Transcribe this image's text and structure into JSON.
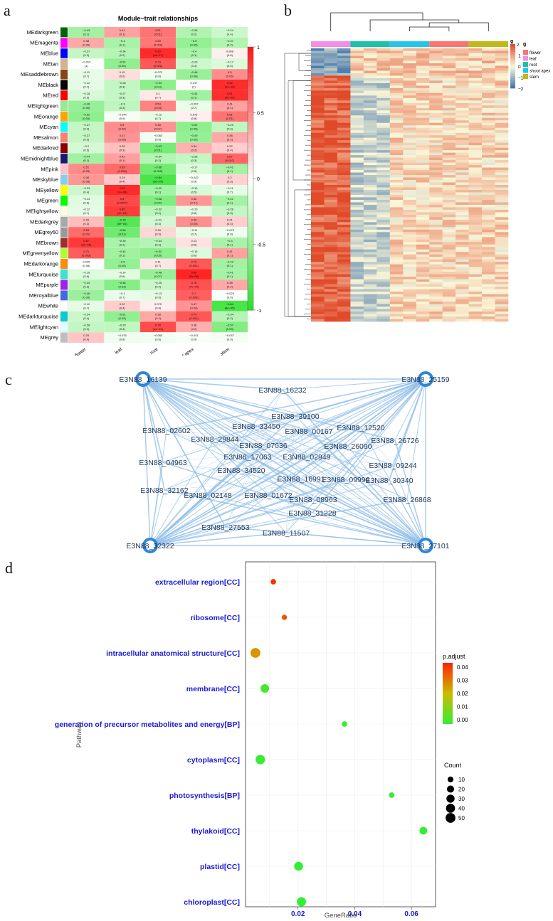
{
  "panel_labels": [
    "a",
    "b",
    "c",
    "d"
  ],
  "colors": {
    "heat_neg": "#26e026",
    "heat_mid": "#ffffff",
    "heat_pos": "#ff1a1a",
    "expr_low": "#3a6fa8",
    "expr_mid": "#fbf7d8",
    "expr_high": "#e04a2a",
    "network_edge": "#8fbde8",
    "network_hub": "#2f86d6",
    "dot_low": "#33ee33",
    "dot_high": "#ff2200",
    "pathway_label": "#1a1ad6"
  },
  "chart_data": [
    {
      "id": "a",
      "type": "heatmap",
      "title": "Module−trait relationships",
      "columns": [
        "flower",
        "leaf",
        "root",
        "shoot apex",
        "stem"
      ],
      "rows": [
        {
          "name": "MEdarkgreen",
          "color": "#006400",
          "r": [
            -0.43,
            0.41,
            0.61,
            -0.36,
            -0.24
          ]
        },
        {
          "name": "MEmagenta",
          "color": "#ff00ff",
          "r": [
            0.38,
            -0.4,
            0.59,
            -0.5,
            -0.37
          ]
        },
        {
          "name": "MEblue",
          "color": "#0000ff",
          "r": [
            -0.27,
            -0.34,
            0.93,
            -0.4,
            0.068
          ]
        },
        {
          "name": "MEtan",
          "color": "#d2b48c",
          "r": [
            -0.013,
            -0.51,
            0.73,
            -0.23,
            -0.17
          ]
        },
        {
          "name": "MEsaddlebrown",
          "color": "#8b4513",
          "r": [
            -0.11,
            0.15,
            -0.072,
            -0.48,
            0.5
          ]
        },
        {
          "name": "MEblack",
          "color": "#000000",
          "r": [
            -0.12,
            -0.28,
            -0.53,
            0.017,
            0.92
          ]
        },
        {
          "name": "MEred",
          "color": "#ff0000",
          "r": [
            -0.18,
            -0.27,
            0.1,
            -0.44,
            0.91
          ]
        },
        {
          "name": "MElightgreen",
          "color": "#90ee90",
          "r": [
            -0.48,
            -0.3,
            0.54,
            -0.097,
            0.41
          ]
        },
        {
          "name": "MEorange",
          "color": "#ffa500",
          "r": [
            -0.52,
            -0.044,
            -0.12,
            0.073,
            0.61
          ]
        },
        {
          "name": "MEcyan",
          "color": "#00ffff",
          "r": [
            -0.27,
            0.5,
            0.48,
            -0.52,
            -0.29
          ]
        },
        {
          "name": "MEsalmon",
          "color": "#fa8072",
          "r": [
            -0.27,
            0.47,
            -0.063,
            -0.49,
            0.38
          ]
        },
        {
          "name": "MEdarkred",
          "color": "#8b0000",
          "r": [
            -0.2,
            0.28,
            -0.63,
            0.34,
            0.22
          ]
        },
        {
          "name": "MEmidnightblue",
          "color": "#191970",
          "r": [
            -0.44,
            0.42,
            -0.34,
            -0.28,
            0.67
          ]
        },
        {
          "name": "MEpink",
          "color": "#ffc0cb",
          "r": [
            0.51,
            0.65,
            -0.66,
            -0.17,
            -0.42
          ]
        },
        {
          "name": "MEskyblue",
          "color": "#87ceeb",
          "r": [
            0.46,
            0.24,
            -0.84,
            -0.042,
            0.2
          ]
        },
        {
          "name": "MEyellow",
          "color": "#ffff00",
          "r": [
            -0.23,
            0.93,
            -0.42,
            -0.19,
            -0.11
          ]
        },
        {
          "name": "MEgreen",
          "color": "#00ff00",
          "r": [
            -0.14,
            0.8,
            -0.58,
            0.46,
            -0.42
          ]
        },
        {
          "name": "MElightyellow",
          "color": "#ffffe0",
          "r": [
            -0.12,
            0.85,
            -0.32,
            -0.13,
            -0.28
          ]
        },
        {
          "name": "MEdarkgrey",
          "color": "#a9a9a9",
          "r": [
            0.29,
            -0.78,
            -0.21,
            0.49,
            0.21
          ]
        },
        {
          "name": "MEgrey60",
          "color": "#999999",
          "r": [
            0.64,
            -0.66,
            0.18,
            -0.11,
            -0.073
          ]
        },
        {
          "name": "MEbrown",
          "color": "#a52a2a",
          "r": [
            0.87,
            -0.39,
            -0.34,
            0.13,
            -0.4
          ]
        },
        {
          "name": "MEgreenyellow",
          "color": "#adff2f",
          "r": [
            0.71,
            -0.44,
            -0.52,
            -0.16,
            0.41
          ]
        },
        {
          "name": "MEdarkorange",
          "color": "#ff8c00",
          "r": [
            0.005,
            -0.5,
            0.11,
            0.73,
            -0.43
          ]
        },
        {
          "name": "MEturquoise",
          "color": "#40e0d0",
          "r": [
            -0.16,
            -0.14,
            -0.48,
            0.95,
            -0.41
          ]
        },
        {
          "name": "MEpurple",
          "color": "#a020f0",
          "r": [
            -0.34,
            -0.56,
            -0.25,
            0.76,
            0.38
          ]
        },
        {
          "name": "MEroyalblue",
          "color": "#4169e1",
          "r": [
            -0.46,
            -0.1,
            -0.13,
            0.7,
            -0.023
          ]
        },
        {
          "name": "MEwhite",
          "color": "#ffffff",
          "r": [
            -0.12,
            0.22,
            0.075,
            0.47,
            -0.84
          ]
        },
        {
          "name": "MEdarkturquoise",
          "color": "#00ced1",
          "r": [
            -0.24,
            -0.51,
            0.38,
            0.74,
            -0.34
          ]
        },
        {
          "name": "MElightcyan",
          "color": "#e0ffff",
          "r": [
            -0.28,
            -0.29,
            0.78,
            0.36,
            -0.57
          ]
        },
        {
          "name": "MEgrey",
          "color": "#bebebe",
          "r": [
            0.25,
            -0.075,
            -0.063,
            -0.041,
            -0.047
          ]
        }
      ],
      "pvals": [
        [
          "(0.1)",
          "(0.1)",
          "(0.01)",
          "(0.2)",
          "(0.4)"
        ],
        [
          "(0.05)",
          "(0.1)",
          "(0.009)",
          "(0.05)",
          "(0.2)"
        ],
        [
          "(0.3)",
          "(0.2)",
          "(3e−07)",
          "(0.1)",
          "(0.8)"
        ],
        [
          "(1)",
          "(0.05)",
          "(0.002)",
          "(0.4)",
          "(0.5)"
        ],
        [
          "(0.7)",
          "(0.6)",
          "(0.8)",
          "(0.08)",
          "(0.06)"
        ],
        [
          "(0.7)",
          "(0.3)",
          "(0.04)",
          "(1)",
          "(1e−06)"
        ],
        [
          "(0.5)",
          "(0.3)",
          "(0.7)",
          "(0.1)",
          "(3e−06)"
        ],
        [
          "(0.06)",
          "(0.3)",
          "(0.04)",
          "(0.7)",
          "(0.1)"
        ],
        [
          "(0.05)",
          "(0.9)",
          "(0.7)",
          "(0.8)",
          "(0.01)"
        ],
        [
          "(0.3)",
          "(0.06)",
          "(0.07)",
          "(0.05)",
          "(0.3)"
        ],
        [
          "(0.3)",
          "(0.08)",
          "(0.8)",
          "(0.06)",
          "(0.2)"
        ],
        [
          "(0.5)",
          "(0.3)",
          "(0.01)",
          "(0.2)",
          "(0.4)"
        ],
        [
          "(0.1)",
          "(0.1)",
          "(0.2)",
          "(0.3)",
          "(0.007)"
        ],
        [
          "(0.05)",
          "(0.008)",
          "(0.005)",
          "(0.5)",
          "(0.1)"
        ],
        [
          "(0.08)",
          "(0.4)",
          "(5e−05)",
          "(0.9)",
          "(0.5)"
        ],
        [
          "(0.4)",
          "(1e−06)",
          "(0.1)",
          "(0.5)",
          "(0.7)"
        ],
        [
          "(0.6)",
          "(0.0007)",
          "(0.02)",
          "(0.07)",
          "(0.1)"
        ],
        [
          "(0.7)",
          "(1e−04)",
          "(0.2)",
          "(0.6)",
          "(0.3)"
        ],
        [
          "(0.3)",
          "(5e−04)",
          "(0.4)",
          "(0.05)",
          "(0.4)"
        ],
        [
          "(0.01)",
          "(0.01)",
          "(0.5)",
          "(0.7)",
          "(0.8)"
        ],
        [
          "(2e−05)",
          "(0.1)",
          "(0.2)",
          "(0.6)",
          "(0.1)"
        ],
        [
          "(0.003)",
          "(0.1)",
          "(0.05)",
          "(0.6)",
          "(0.1)"
        ],
        [
          "(0.98)",
          "(0.06)",
          "(0.7)",
          "(0.001)",
          "(0.1)"
        ],
        [
          "(0.6)",
          "(0.6)",
          "(0.07)",
          "(2e−08)",
          "(0.1)"
        ],
        [
          "(0.2)",
          "(0.03)",
          "(0.4)",
          "(7e−04)",
          "(0.2)"
        ],
        [
          "(0.08)",
          "(0.7)",
          "(0.6)",
          "(0.003)",
          "(0.9)"
        ],
        [
          "(0.7)",
          "(0.4)",
          "(0.8)",
          "(0.08)",
          "(4e−05)"
        ],
        [
          "(0.4)",
          "(0.05)",
          "(0.2)",
          "(0.001)",
          "(0.2)"
        ],
        [
          "(0.3)",
          "(0.3)",
          "(4e−04)",
          "(0.2)",
          "(0.03)"
        ],
        [
          "(0.4)",
          "(0.8)",
          "(0.8)",
          "(0.9)",
          "(0.9)"
        ]
      ],
      "colorbar_ticks": [
        "1",
        "0.5",
        "0",
        "-0.5",
        "-1"
      ],
      "colorbar_range": [
        -1,
        1
      ]
    },
    {
      "id": "b",
      "type": "heatmap",
      "groups": [
        "flower",
        "leaf",
        "root",
        "shoot apex",
        "stem"
      ],
      "group_colors": [
        "#f8766d",
        "#f08ee8",
        "#18c3a8",
        "#23c6e8",
        "#c1b81a"
      ],
      "column_order": [
        "leaf",
        "root",
        "shoot apex",
        "flower",
        "stem"
      ],
      "legend_title": "g",
      "colorbar_ticks": [
        "2",
        "1",
        "0",
        "−1",
        "−2"
      ],
      "colorbar_range": [
        -2,
        2
      ],
      "grid": false
    },
    {
      "id": "c",
      "type": "network",
      "hubs": [
        "E3N88_16139",
        "E3N88_25159",
        "E3N88_32322",
        "E3N88_27101"
      ],
      "nodes": [
        "E3N88_16232",
        "E3N88_39100",
        "E3N88_33450",
        "E3N88_00167",
        "E3N88_12520",
        "E3N88_02602",
        "E3N88_29844",
        "E3N88_07036",
        "E3N88_26090",
        "E3N88_26726",
        "E3N88_17063",
        "E3N88_02949",
        "E3N88_04963",
        "E3N88_34520",
        "E3N88_09244",
        "E3N88_16991",
        "E3N88_09996",
        "E3N88_30340",
        "E3N88_32162",
        "E3N88_02148",
        "E3N88_01672",
        "E3N88_08963",
        "E3N88_26868",
        "E3N88_31228",
        "E3N88_27553",
        "E3N88_11507"
      ]
    },
    {
      "id": "d",
      "type": "scatter",
      "xlabel": "GeneRatio",
      "ylabel": "Pathway",
      "x_ticks": [
        "0.02",
        "0.04",
        "0.06"
      ],
      "xlim": [
        0.0015,
        0.0685
      ],
      "categories": [
        "extracellular region[CC]",
        "ribosome[CC]",
        "intracellular anatomical structure[CC]",
        "membrane[CC]",
        "generation of precursor metabolites and energy[BP]",
        "cytoplasm[CC]",
        "photosynthesis[BP]",
        "thylakoid[CC]",
        "plastid[CC]",
        "chloroplast[CC]"
      ],
      "points": [
        {
          "x": 0.0113,
          "count": 8,
          "padj": 0.046
        },
        {
          "x": 0.0152,
          "count": 7,
          "padj": 0.04
        },
        {
          "x": 0.005,
          "count": 50,
          "padj": 0.03
        },
        {
          "x": 0.0083,
          "count": 34,
          "padj": 0.003
        },
        {
          "x": 0.0364,
          "count": 8,
          "padj": 0.002
        },
        {
          "x": 0.0067,
          "count": 45,
          "padj": 0.001
        },
        {
          "x": 0.053,
          "count": 8,
          "padj": 0.001
        },
        {
          "x": 0.0642,
          "count": 25,
          "padj": 0.0
        },
        {
          "x": 0.0202,
          "count": 38,
          "padj": 0.0
        },
        {
          "x": 0.0212,
          "count": 42,
          "padj": 0.0
        }
      ],
      "color_legend_title": "p.adjust",
      "color_legend_ticks": [
        "0.04",
        "0.03",
        "0.02",
        "0.01",
        "0.00"
      ],
      "color_range": [
        0,
        0.048
      ],
      "size_legend_title": "Count",
      "size_legend_values": [
        "10",
        "20",
        "30",
        "40",
        "50"
      ]
    }
  ]
}
